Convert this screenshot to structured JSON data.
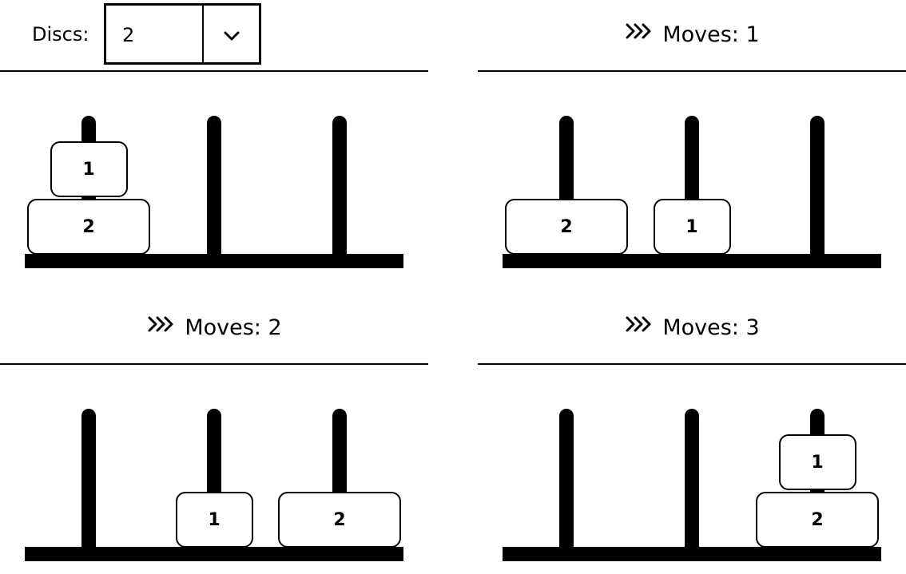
{
  "controls": {
    "discs_label": "Discs:",
    "discs_value": "2"
  },
  "states": [
    {
      "moves_label": "",
      "pegs": [
        [
          2,
          1
        ],
        [],
        []
      ]
    },
    {
      "moves_label": "Moves: 1",
      "pegs": [
        [
          2
        ],
        [
          1
        ],
        []
      ]
    },
    {
      "moves_label": "Moves: 2",
      "pegs": [
        [],
        [
          1
        ],
        [
          2
        ]
      ]
    },
    {
      "moves_label": "Moves: 3",
      "pegs": [
        [],
        [],
        [
          2,
          1
        ]
      ]
    }
  ],
  "icons": {
    "select_toggle": "chevron-down-icon",
    "moves": "double-chevron-right-icon"
  }
}
